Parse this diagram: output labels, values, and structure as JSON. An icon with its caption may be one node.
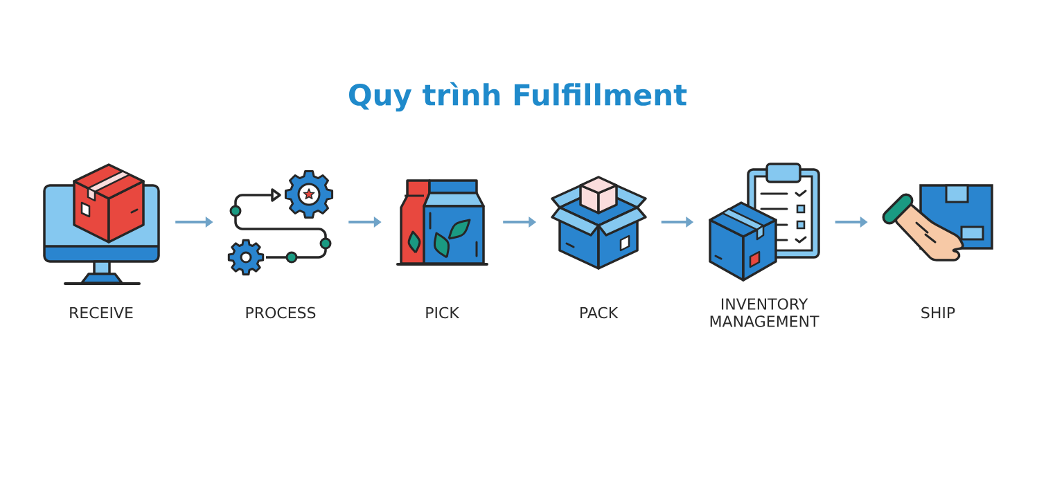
{
  "diagram": {
    "title": "Quy trình Fulfillment",
    "nodes": [
      {
        "text": [
          "RECEIVE"
        ]
      },
      {
        "text": [
          "PROCESS"
        ]
      },
      {
        "text": [
          "PICK"
        ]
      },
      {
        "text": [
          "PACK"
        ]
      },
      {
        "text": [
          "INVENTORY MANAGEMENT"
        ]
      },
      {
        "text": [
          "SHIP"
        ]
      }
    ],
    "edges": [
      {
        "from": 0,
        "to": 1,
        "arrow": "to"
      },
      {
        "from": 1,
        "to": 2,
        "arrow": "to"
      },
      {
        "from": 2,
        "to": 3,
        "arrow": "to"
      },
      {
        "from": 3,
        "to": 4,
        "arrow": "to"
      },
      {
        "from": 4,
        "to": 5,
        "arrow": "to"
      }
    ]
  }
}
